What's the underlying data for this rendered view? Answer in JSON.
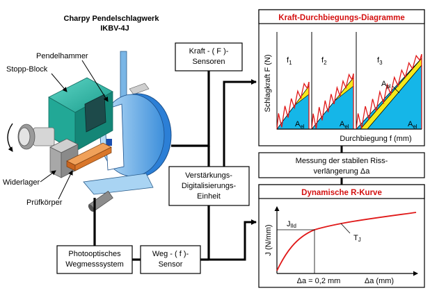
{
  "title": {
    "line1": "Charpy Pendelschlagwerk",
    "line2": "IKBV-4J"
  },
  "machine_labels": {
    "pendelhammer": "Pendelhammer",
    "stopp_block": "Stopp-Block",
    "widerlager": "Widerlager",
    "pruefkoerper": "Prüfkörper"
  },
  "boxes": {
    "kraft_sensoren": {
      "line1": "Kraft - ( F )-",
      "line2": "Sensoren"
    },
    "verstaerkung": {
      "line1": "Verstärkungs-",
      "line2": "Digitalisierungs-",
      "line3": "Einheit"
    },
    "photo": {
      "line1": "Photooptisches",
      "line2": "Wegmesssystem"
    },
    "weg_sensor": {
      "line1": "Weg - ( f )-",
      "line2": "Sensor"
    },
    "messung": {
      "line1": "Messung der stabilen Riss-",
      "line2": "verlängerung Δa"
    }
  },
  "kraft_diagram": {
    "header": "Kraft-Durchbiegungs-Diagramme",
    "ylabel": "Schlagkraft F (N)",
    "xlabel": "Durchbiegung f (mm)",
    "panels": [
      {
        "label_main": "f",
        "label_sub": "1",
        "ael_main": "A",
        "ael_sub": "el"
      },
      {
        "label_main": "f",
        "label_sub": "2",
        "ael_main": "A",
        "ael_sub": "el"
      },
      {
        "label_main": "f",
        "label_sub": "3",
        "ael_main": "A",
        "ael_sub": "el",
        "apl_main": "A",
        "apl_sub": "pl"
      }
    ],
    "colors": {
      "fill": "#15b6e8",
      "plastic": "#f4e81c",
      "curve": "#e01818",
      "header": "#d41111"
    }
  },
  "rkurve_diagram": {
    "header": "Dynamische R-Kurve",
    "ylabel": "J (N/mm)",
    "xlabel": "Δa (mm)",
    "jild_main": "J",
    "jild_sub": "Ild",
    "tj_main": "T",
    "tj_sub": "J",
    "xmark": "Δa = 0,2 mm"
  }
}
